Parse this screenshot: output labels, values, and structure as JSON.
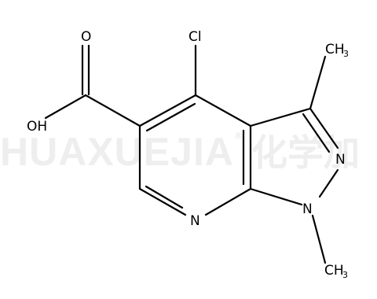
{
  "watermark": {
    "text": "HUAXUEJIA",
    "registered": "®",
    "cn": "化学加"
  },
  "labels": {
    "o_carbonyl": "O",
    "hydroxyl": "OH",
    "chlorine": "Cl",
    "methyl_top": "CH",
    "methyl_top_sub": "3",
    "n_pyrazole": "N",
    "n_pyridine": "N",
    "n_methyl": "N",
    "methyl_bottom": "CH",
    "methyl_bottom_sub": "3"
  }
}
